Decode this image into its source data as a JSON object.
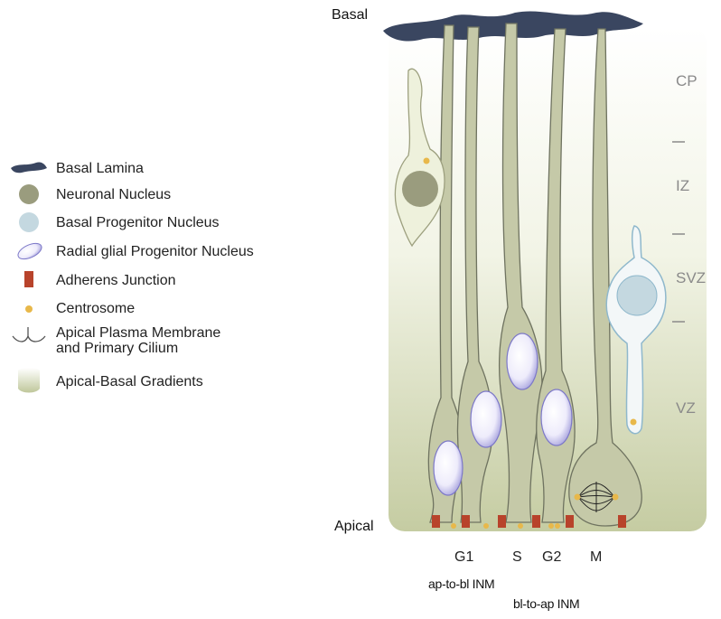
{
  "labels": {
    "basal": "Basal",
    "apical": "Apical"
  },
  "zones": [
    "CP",
    "IZ",
    "SVZ",
    "VZ"
  ],
  "phases": [
    "G1",
    "S",
    "G2",
    "M"
  ],
  "inm": {
    "ap_to_bl": "ap-to-bl INM",
    "bl_to_ap": "bl-to-ap INM"
  },
  "legend": [
    {
      "icon": "basal-lamina-icon",
      "label": "Basal Lamina"
    },
    {
      "icon": "neuronal-nucleus-icon",
      "label": "Neuronal Nucleus"
    },
    {
      "icon": "basal-progenitor-nucleus-icon",
      "label": "Basal Progenitor Nucleus"
    },
    {
      "icon": "radial-glial-nucleus-icon",
      "label": "Radial glial Progenitor Nucleus"
    },
    {
      "icon": "adherens-junction-icon",
      "label": "Adherens Junction"
    },
    {
      "icon": "centrosome-icon",
      "label": "Centrosome"
    },
    {
      "icon": "apical-membrane-cilium-icon",
      "label": "Apical Plasma Membrane",
      "label2": "and Primary Cilium"
    },
    {
      "icon": "gradient-icon",
      "label": "Apical-Basal Gradients"
    }
  ],
  "colors": {
    "basal_lamina": "#3a4660",
    "neuronal_nucleus": "#9a9c7e",
    "basal_progenitor_nucleus": "#c4d8e0",
    "radial_glial_nucleus": "#e6e4f8",
    "adherens_junction": "#b8432b",
    "centrosome": "#e8b84a",
    "cell_body": "#c5c9a8",
    "gradient_top": "#ffffff",
    "gradient_bottom": "#c8cfa6"
  }
}
